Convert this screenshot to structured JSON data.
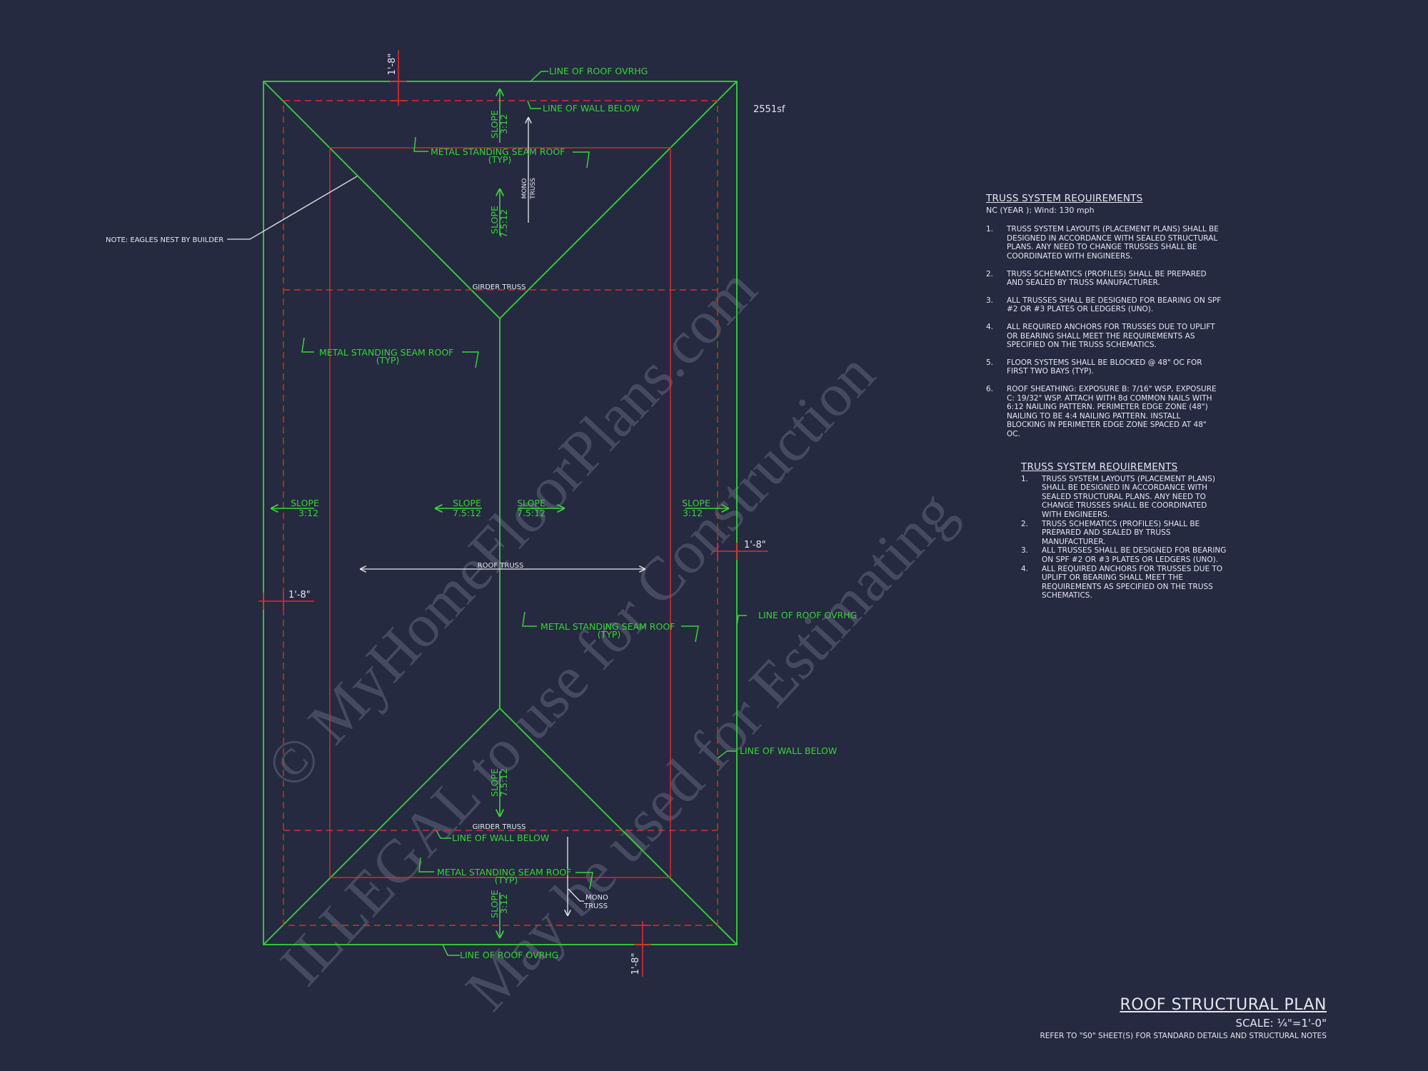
{
  "roof_labels": {
    "line_of_roof_ovrhg": "LINE OF ROOF OVRHG",
    "line_of_wall_below": "LINE OF WALL BELOW",
    "metal_roof": "METAL STANDING SEAM ROOF",
    "typ": "(TYP)",
    "slope_word": "SLOPE",
    "slope_3_12": "3:12",
    "slope_7_5_12": "7.5:12",
    "girder_truss": "GIRDER TRUSS",
    "roof_truss": "ROOF TRUSS",
    "mono": "MONO",
    "truss": "TRUSS",
    "area": "2551sf",
    "dim_1_8": "1'-8\"",
    "note_eagles_nest": "NOTE: EAGLES NEST BY BUILDER"
  },
  "notes_primary": {
    "heading": "TRUSS SYSTEM REQUIREMENTS",
    "sub": "NC (YEAR ): Wind: 130 mph",
    "items": [
      {
        "num": "1.",
        "text": "TRUSS SYSTEM LAYOUTS (PLACEMENT PLANS) SHALL BE DESIGNED IN ACCORDANCE WITH SEALED STRUCTURAL PLANS. ANY NEED TO CHANGE TRUSSES SHALL BE COORDINATED WITH ENGINEERS."
      },
      {
        "num": "2.",
        "text": "TRUSS SCHEMATICS (PROFILES) SHALL BE PREPARED AND SEALED BY TRUSS MANUFACTURER."
      },
      {
        "num": "3.",
        "text": "ALL TRUSSES SHALL BE DESIGNED FOR BEARING ON SPF #2 OR #3 PLATES OR LEDGERS (UNO)."
      },
      {
        "num": "4.",
        "text": "ALL REQUIRED ANCHORS FOR TRUSSES DUE TO UPLIFT OR BEARING SHALL MEET THE REQUIREMENTS AS SPECIFIED ON THE TRUSS SCHEMATICS."
      },
      {
        "num": "5.",
        "text": "FLOOR SYSTEMS SHALL BE BLOCKED @ 48\" OC FOR FIRST TWO BAYS (TYP)."
      },
      {
        "num": "6.",
        "text": "ROOF SHEATHING: EXPOSURE B: 7/16\" WSP, EXPOSURE C: 19/32\" WSP. ATTACH WITH 8d COMMON NAILS WITH 6:12 NAILING PATTERN. PERIMETER EDGE ZONE (48\") NAILING TO BE 4:4 NAILING PATTERN. INSTALL BLOCKING IN PERIMETER EDGE ZONE SPACED AT 48\" OC."
      }
    ]
  },
  "notes_secondary": {
    "heading": "TRUSS SYSTEM REQUIREMENTS",
    "items": [
      {
        "num": "1.",
        "text": "TRUSS SYSTEM LAYOUTS (PLACEMENT PLANS) SHALL BE DESIGNED IN ACCORDANCE WITH SEALED STRUCTURAL PLANS. ANY NEED TO CHANGE TRUSSES SHALL BE COORDINATED WITH ENGINEERS."
      },
      {
        "num": "2.",
        "text": "TRUSS SCHEMATICS (PROFILES) SHALL BE PREPARED AND SEALED BY TRUSS MANUFACTURER."
      },
      {
        "num": "3.",
        "text": "ALL TRUSSES SHALL BE DESIGNED FOR BEARING ON SPF #2 OR #3 PLATES OR LEDGERS (UNO)."
      },
      {
        "num": "4.",
        "text": "ALL REQUIRED ANCHORS FOR TRUSSES DUE TO UPLIFT OR BEARING SHALL MEET THE REQUIREMENTS AS SPECIFIED ON THE TRUSS SCHEMATICS."
      }
    ]
  },
  "title_block": {
    "title": "ROOF STRUCTURAL PLAN",
    "scale": "SCALE: ¼\"=1'-0\"",
    "reference": "REFER TO \"S0\" SHEET(S) FOR STANDARD DETAILS AND STRUCTURAL NOTES"
  },
  "watermark": {
    "line1": "© MyHomeFloorPlans.com",
    "line2": "ILLEGAL to use for Construction",
    "line3": "May be used for Estimating"
  },
  "colors": {
    "background": "#252a40",
    "roof_line": "#39d23a",
    "wall_line": "#e02a2a",
    "annotation": "#e6e6ee",
    "watermark": "#4c5066"
  }
}
